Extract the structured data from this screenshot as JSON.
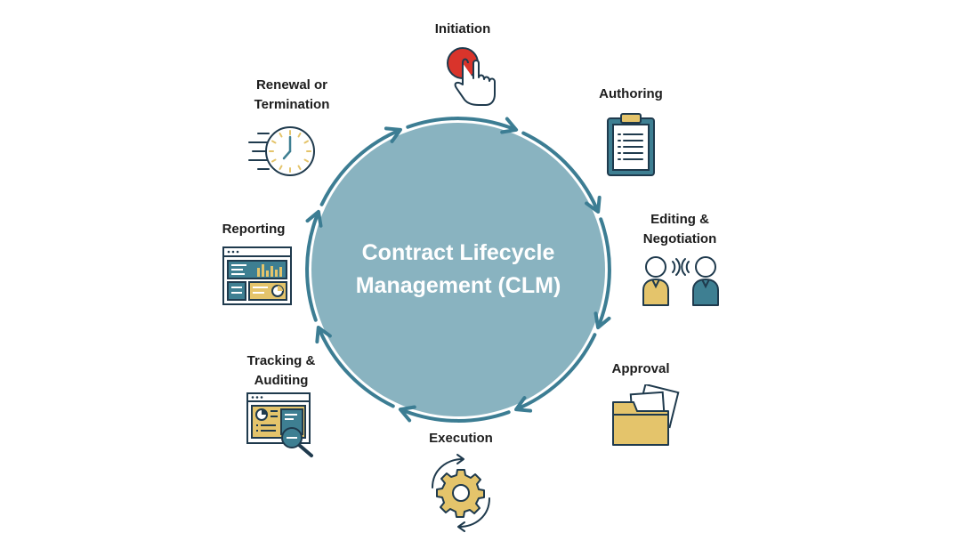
{
  "title": "Contract Lifecycle Management (CLM)",
  "colors": {
    "circle_fill": "#89b3c0",
    "circle_stroke": "#3c7d93",
    "accent_yellow": "#e4c46b",
    "accent_red": "#d9342b",
    "accent_teal": "#3e7f92",
    "outline": "#1f3a4d"
  },
  "stages": [
    {
      "id": "initiation",
      "label": "Initiation",
      "icon": "pointer-click-icon"
    },
    {
      "id": "authoring",
      "label": "Authoring",
      "icon": "clipboard-icon"
    },
    {
      "id": "editing",
      "label": "Editing &\nNegotiation",
      "icon": "people-talking-icon"
    },
    {
      "id": "approval",
      "label": "Approval",
      "icon": "folder-icon"
    },
    {
      "id": "execution",
      "label": "Execution",
      "icon": "gear-cycle-icon"
    },
    {
      "id": "tracking",
      "label": "Tracking &\nAuditing",
      "icon": "magnifier-dashboard-icon"
    },
    {
      "id": "reporting",
      "label": "Reporting",
      "icon": "dashboard-icon"
    },
    {
      "id": "renewal",
      "label": "Renewal or\nTermination",
      "icon": "clock-icon"
    }
  ]
}
